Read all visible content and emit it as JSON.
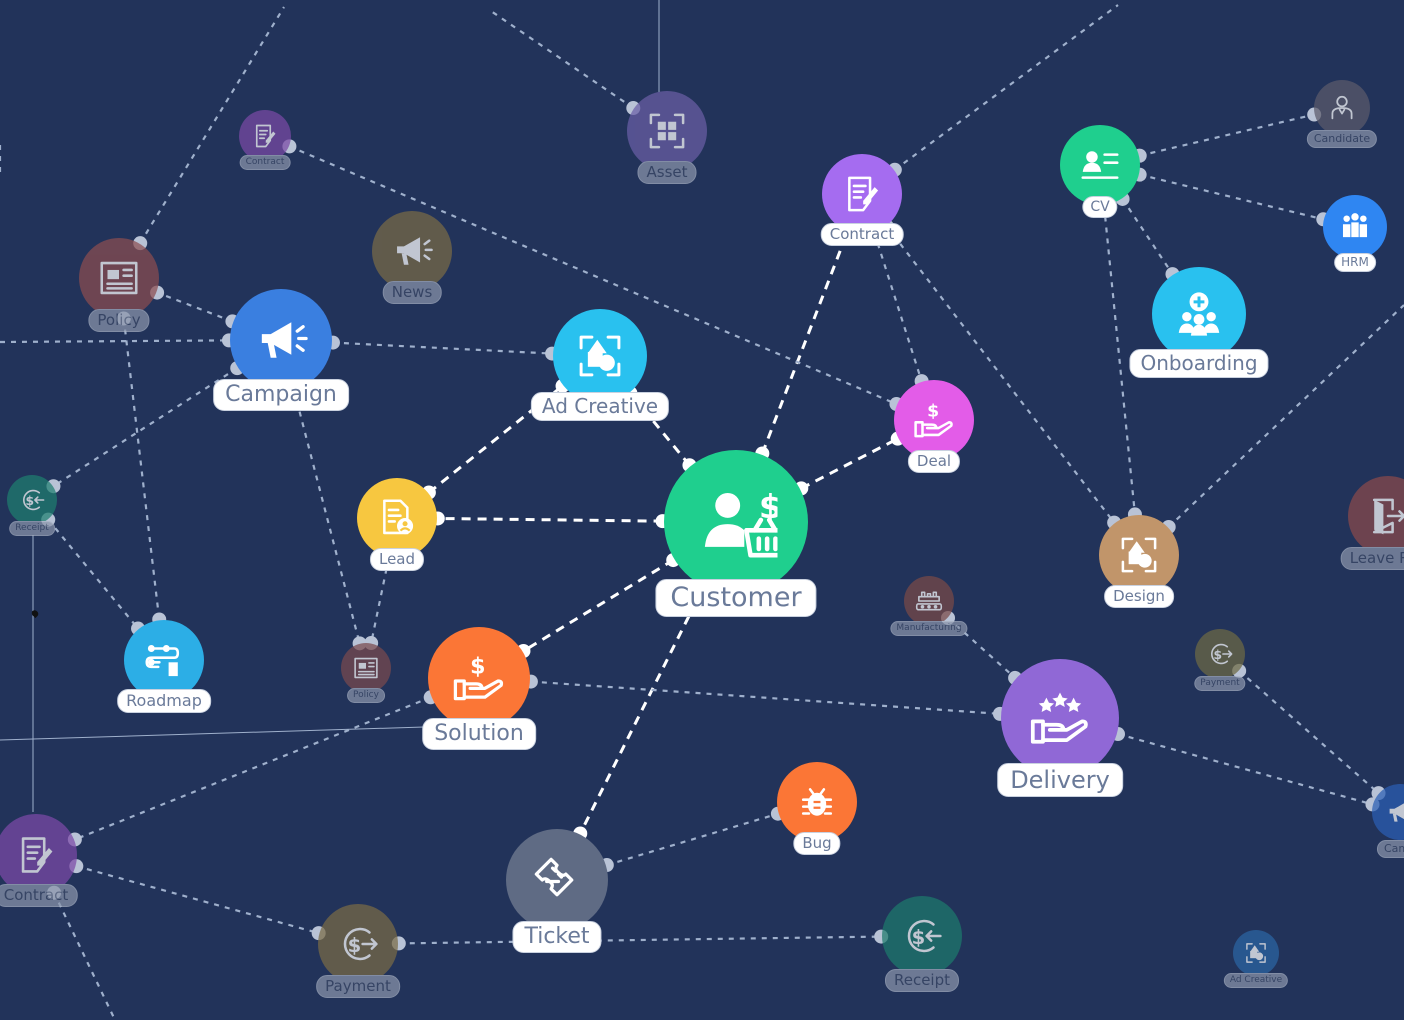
{
  "diagram": {
    "nodes": [
      {
        "id": "customer",
        "label": "Customer",
        "color": "#1fcf8e",
        "icon": "customer-icon",
        "emphasis": "primary"
      },
      {
        "id": "ad_creative",
        "label": "Ad Creative",
        "color": "#29c1ef",
        "icon": "shapes-icon",
        "emphasis": "bright"
      },
      {
        "id": "lead",
        "label": "Lead",
        "color": "#f7c740",
        "icon": "document-user-icon",
        "emphasis": "bright"
      },
      {
        "id": "campaign",
        "label": "Campaign",
        "color": "#3a7fe0",
        "icon": "megaphone-icon",
        "emphasis": "bright"
      },
      {
        "id": "solution",
        "label": "Solution",
        "color": "#fb7636",
        "icon": "hand-dollar-icon",
        "emphasis": "bright"
      },
      {
        "id": "ticket",
        "label": "Ticket",
        "color": "#5f6b84",
        "icon": "ticket-icon",
        "emphasis": "bright"
      },
      {
        "id": "bug",
        "label": "Bug",
        "color": "#fb7636",
        "icon": "bug-icon",
        "emphasis": "bright"
      },
      {
        "id": "deal",
        "label": "Deal",
        "color": "#e35ce8",
        "icon": "hand-dollar-icon",
        "emphasis": "bright"
      },
      {
        "id": "contract_top",
        "label": "Contract",
        "color": "#a56cf0",
        "icon": "contract-icon",
        "emphasis": "bright"
      },
      {
        "id": "cv",
        "label": "CV",
        "color": "#1fcf8e",
        "icon": "id-card-icon",
        "emphasis": "bright"
      },
      {
        "id": "hrm",
        "label": "HRM",
        "color": "#2f86f2",
        "icon": "people-icon",
        "emphasis": "bright"
      },
      {
        "id": "onboarding",
        "label": "Onboarding",
        "color": "#29c1ef",
        "icon": "team-add-icon",
        "emphasis": "bright"
      },
      {
        "id": "design",
        "label": "Design",
        "color": "#c1956a",
        "icon": "shapes-icon",
        "emphasis": "bright"
      },
      {
        "id": "delivery",
        "label": "Delivery",
        "color": "#9068d6",
        "icon": "hand-stars-icon",
        "emphasis": "bright"
      },
      {
        "id": "roadmap",
        "label": "Roadmap",
        "color": "#2caee6",
        "icon": "roadmap-icon",
        "emphasis": "bright"
      },
      {
        "id": "asset",
        "label": "Asset",
        "color": "#6a5ea6",
        "icon": "qr-icon",
        "emphasis": "dim"
      },
      {
        "id": "news",
        "label": "News",
        "color": "#7a6b46",
        "icon": "megaphone-icon",
        "emphasis": "dim"
      },
      {
        "id": "policy_left",
        "label": "Policy",
        "color": "#8c4d50",
        "icon": "news-icon",
        "emphasis": "dim"
      },
      {
        "id": "contract_small",
        "label": "Contract",
        "color": "#7a4aa6",
        "icon": "contract-icon",
        "emphasis": "dim"
      },
      {
        "id": "receipt_left",
        "label": "Receipt",
        "color": "#1f7f70",
        "icon": "money-back-icon",
        "emphasis": "dim"
      },
      {
        "id": "policy_small",
        "label": "Policy",
        "color": "#7a4a4e",
        "icon": "news-icon",
        "emphasis": "dim"
      },
      {
        "id": "contract_left",
        "label": "Contract",
        "color": "#7d4aa8",
        "icon": "contract-icon",
        "emphasis": "dim"
      },
      {
        "id": "payment_bottom",
        "label": "Payment",
        "color": "#7a6b46",
        "icon": "money-send-icon",
        "emphasis": "dim"
      },
      {
        "id": "receipt_bottom",
        "label": "Receipt",
        "color": "#1d7a6c",
        "icon": "money-back-icon",
        "emphasis": "dim"
      },
      {
        "id": "candidate",
        "label": "Candidate",
        "color": "#5b5b6b",
        "icon": "person-icon",
        "emphasis": "dim"
      },
      {
        "id": "leave_request",
        "label": "Leave Rec",
        "color": "#8b4a4b",
        "icon": "exit-icon",
        "emphasis": "dim"
      },
      {
        "id": "manufacturing",
        "label": "Manufacturing",
        "color": "#7a4a48",
        "icon": "factory-icon",
        "emphasis": "dim"
      },
      {
        "id": "payment_right",
        "label": "Payment",
        "color": "#6e6a44",
        "icon": "money-send-icon",
        "emphasis": "dim"
      },
      {
        "id": "campaign_right",
        "label": "Camp",
        "color": "#2b5fb4",
        "icon": "megaphone-icon",
        "emphasis": "dim"
      },
      {
        "id": "ad_creative_small",
        "label": "Ad Creative",
        "color": "#2b65a4",
        "icon": "shapes-icon",
        "emphasis": "dim"
      }
    ],
    "edges": [
      {
        "from": "customer",
        "to": "ad_creative",
        "style": "primary"
      },
      {
        "from": "customer",
        "to": "lead",
        "style": "primary"
      },
      {
        "from": "customer",
        "to": "contract_top",
        "style": "primary"
      },
      {
        "from": "customer",
        "to": "deal",
        "style": "primary"
      },
      {
        "from": "customer",
        "to": "solution",
        "style": "primary"
      },
      {
        "from": "customer",
        "to": "ticket",
        "style": "primary"
      },
      {
        "from": "lead",
        "to": "ad_creative",
        "style": "primary"
      },
      {
        "from": "campaign",
        "to": "ad_creative",
        "style": "secondary"
      },
      {
        "from": "campaign",
        "to": "policy_small",
        "style": "secondary"
      },
      {
        "from": "campaign",
        "to": "policy_left",
        "style": "secondary"
      },
      {
        "from": "campaign",
        "to": "receipt_left",
        "style": "secondary"
      },
      {
        "from": "lead",
        "to": "policy_small",
        "style": "secondary"
      },
      {
        "from": "contract_small",
        "to": "deal",
        "style": "secondary"
      },
      {
        "from": "contract_top",
        "to": "deal",
        "style": "secondary"
      },
      {
        "from": "contract_top",
        "to": "design",
        "style": "secondary"
      },
      {
        "from": "contract_top",
        "to": "edge_top_right",
        "style": "secondary"
      },
      {
        "from": "cv",
        "to": "candidate",
        "style": "secondary"
      },
      {
        "from": "cv",
        "to": "hrm",
        "style": "secondary"
      },
      {
        "from": "cv",
        "to": "onboarding",
        "style": "secondary"
      },
      {
        "from": "cv",
        "to": "design",
        "style": "secondary"
      },
      {
        "from": "design",
        "to": "edge_right",
        "style": "secondary"
      },
      {
        "from": "solution",
        "to": "delivery",
        "style": "secondary"
      },
      {
        "from": "solution",
        "to": "contract_left",
        "style": "secondary"
      },
      {
        "from": "ticket",
        "to": "bug",
        "style": "secondary"
      },
      {
        "from": "manufacturing",
        "to": "delivery",
        "style": "secondary"
      },
      {
        "from": "delivery",
        "to": "campaign_right",
        "style": "secondary"
      },
      {
        "from": "payment_right",
        "to": "campaign_right",
        "style": "secondary"
      },
      {
        "from": "policy_left",
        "to": "roadmap",
        "style": "secondary"
      },
      {
        "from": "receipt_left",
        "to": "roadmap",
        "style": "secondary"
      },
      {
        "from": "policy_left",
        "to": "edge_top_left",
        "style": "secondary"
      },
      {
        "from": "contract_left",
        "to": "payment_bottom",
        "style": "secondary"
      },
      {
        "from": "contract_left",
        "to": "edge_bottom_left",
        "style": "secondary"
      },
      {
        "from": "payment_bottom",
        "to": "receipt_bottom",
        "style": "secondary"
      },
      {
        "from": "asset",
        "to": "edge_top_mid",
        "style": "secondary"
      },
      {
        "from": "edge_top_left2",
        "to": "edge_left_mid",
        "style": "secondary"
      },
      {
        "from": "edge_left",
        "to": "campaign",
        "style": "secondary"
      }
    ]
  }
}
